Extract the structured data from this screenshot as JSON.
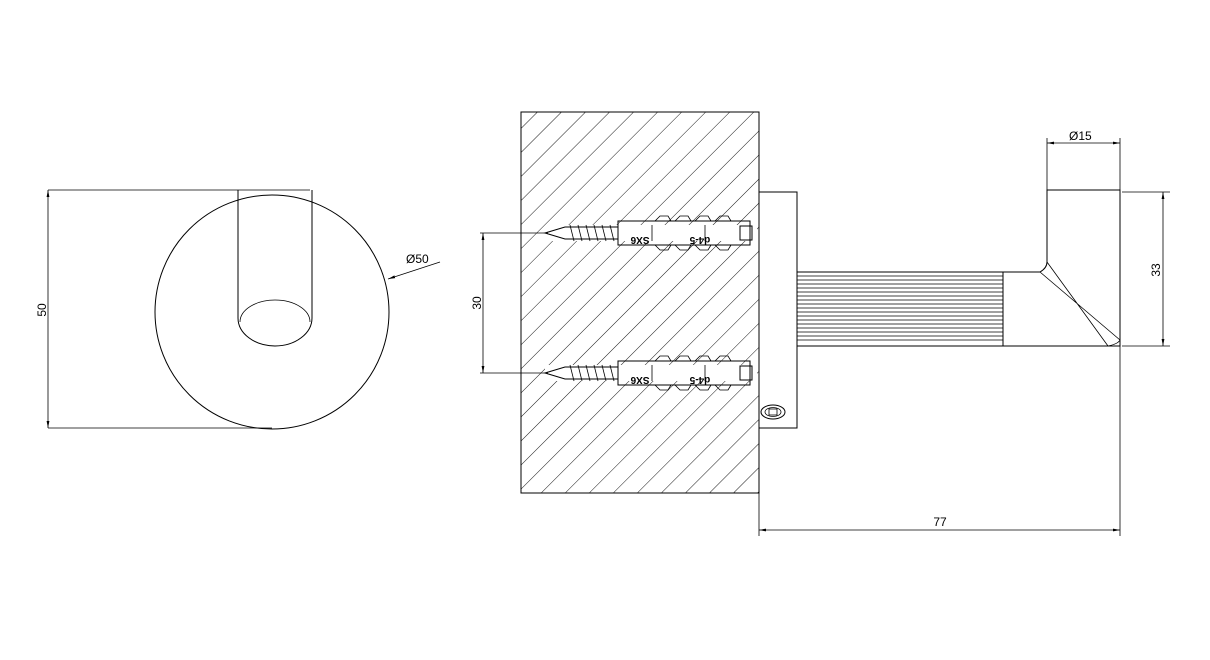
{
  "front_view": {
    "height_dim": "50",
    "diameter_dim": "Ø50"
  },
  "section_view": {
    "screw_spacing_dim": "30",
    "screws": [
      {
        "size_label": "SX6",
        "anchor_label": "d4-5"
      },
      {
        "size_label": "SX6",
        "anchor_label": "d4-5"
      }
    ]
  },
  "side_view": {
    "diameter_dim": "Ø15",
    "height_dim": "33",
    "projection_dim": "77"
  },
  "colors": {
    "line": "#000000",
    "background": "#ffffff"
  }
}
